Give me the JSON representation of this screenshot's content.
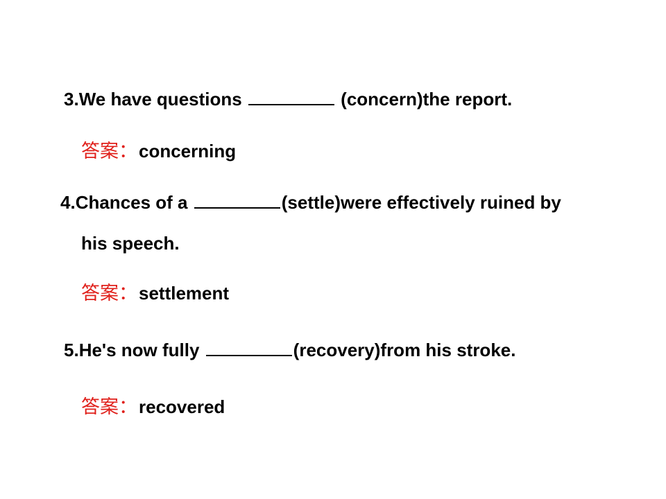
{
  "questions": [
    {
      "number": "3.",
      "before": "We have questions ",
      "after": " (concern)the report.",
      "answer_label": "答案：",
      "answer": "concerning"
    },
    {
      "number": "4.",
      "before": "Chances of a ",
      "after": "(settle)were effectively ruined by",
      "continuation": "his speech.",
      "answer_label": "答案：",
      "answer": "settlement"
    },
    {
      "number": "5.",
      "before": "He's now fully ",
      "after": "(recovery)from his stroke.",
      "answer_label": "答案：",
      "answer": "recovered"
    }
  ],
  "colors": {
    "answer_label": "#e0201b",
    "text": "#000000",
    "background": "#ffffff"
  }
}
